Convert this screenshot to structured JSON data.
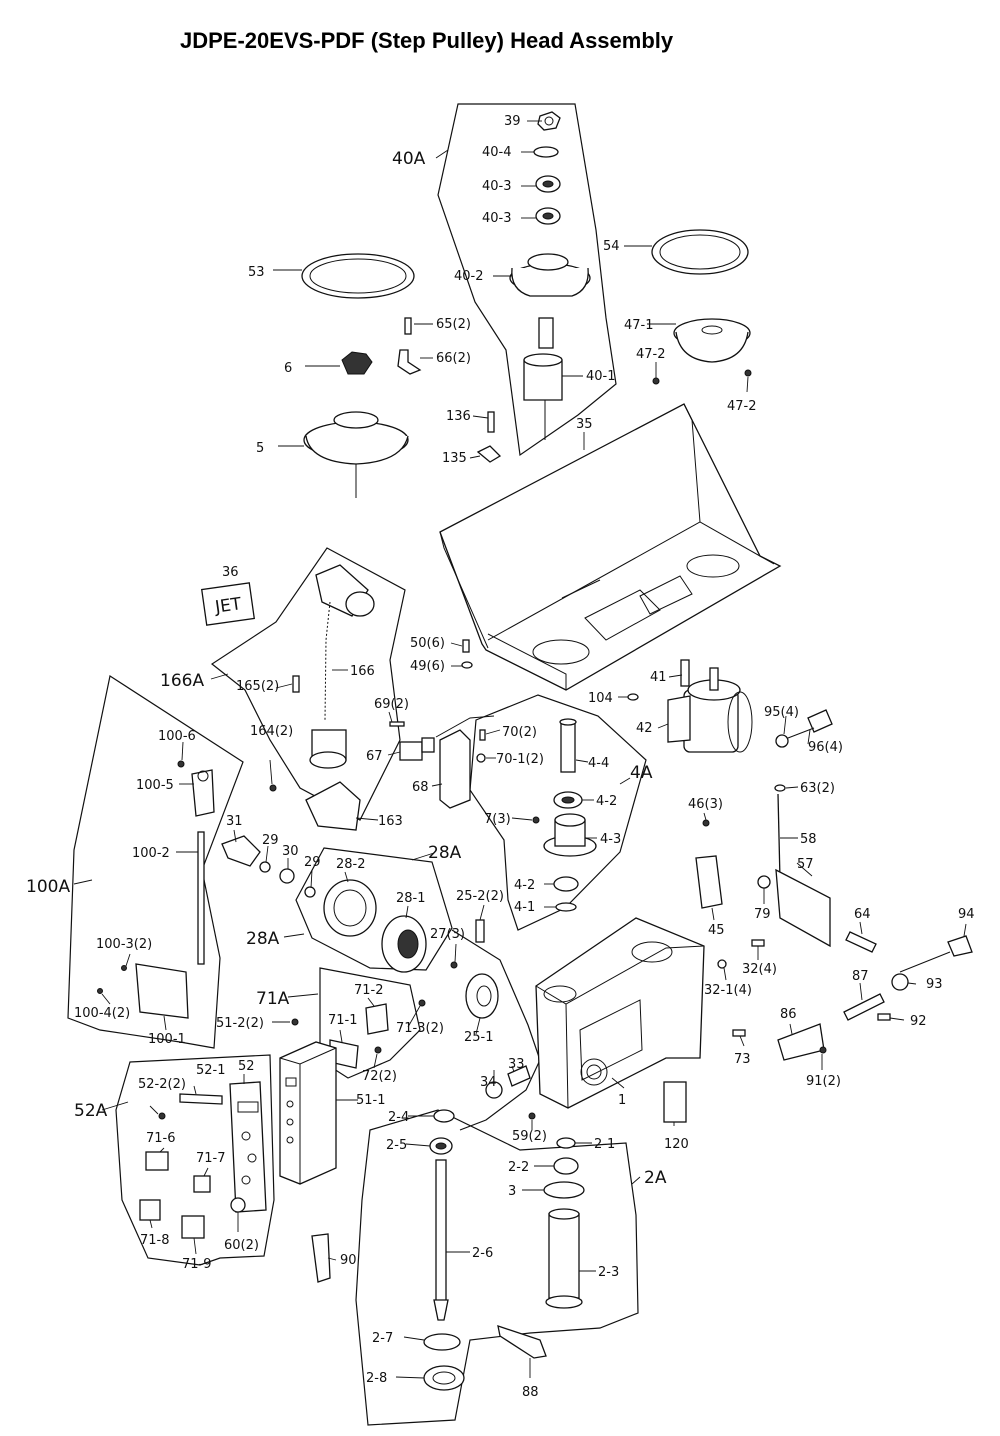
{
  "title": "JDPE-20EVS-PDF (Step Pulley) Head Assembly",
  "badge_text": "JET",
  "groups": [
    "40A",
    "166A",
    "100A",
    "28A",
    "4A",
    "71A",
    "52A",
    "2A"
  ],
  "labels": {
    "p39": "39",
    "p40_4": "40-4",
    "p40_3a": "40-3",
    "p40_3b": "40-3",
    "p40_2": "40-2",
    "p40_1": "40-1",
    "p53": "53",
    "p54": "54",
    "p65": "65(2)",
    "p66": "66(2)",
    "p6": "6",
    "p5": "5",
    "p47_1": "47-1",
    "p47_2a": "47-2",
    "p47_2b": "47-2",
    "p136": "136",
    "p135": "135",
    "p35": "35",
    "p36": "36",
    "p166": "166",
    "p165": "165(2)",
    "p164": "164(2)",
    "p163": "163",
    "p50": "50(6)",
    "p49": "49(6)",
    "p104": "104",
    "p41": "41",
    "p42": "42",
    "p95": "95(4)",
    "p96": "96(4)",
    "p69": "69(2)",
    "p67": "67",
    "p68": "68",
    "p70": "70(2)",
    "p70_1": "70-1(2)",
    "p4_4": "4-4",
    "p4_2a": "4-2",
    "p7": "7(3)",
    "p4_3": "4-3",
    "p4_2b": "4-2",
    "p4_1": "4-1",
    "p46": "46(3)",
    "p63": "63(2)",
    "p58": "58",
    "p57": "57",
    "p79": "79",
    "p64": "64",
    "p45": "45",
    "p100_6": "100-6",
    "p100_5": "100-5",
    "p100_2": "100-2",
    "p100_3": "100-3(2)",
    "p100_4": "100-4(2)",
    "p100_1": "100-1",
    "p31": "31",
    "p29a": "29",
    "p30": "30",
    "p29b": "29",
    "p28_2": "28-2",
    "p28_1": "28-1",
    "p25_2": "25-2(2)",
    "p27": "27(3)",
    "p25_1": "25-1",
    "p94": "94",
    "p93": "93",
    "p92": "92",
    "p87": "87",
    "p86": "86",
    "p91": "91(2)",
    "p73": "73",
    "p32": "32(4)",
    "p32_1": "32-1(4)",
    "p1": "1",
    "p120": "120",
    "p71_2": "71-2",
    "p71_1": "71-1",
    "p71_3": "71-3(2)",
    "p72": "72(2)",
    "p51_2": "51-2(2)",
    "p51_1": "51-1",
    "p52_2": "52-2(2)",
    "p52_1": "52-1",
    "p52": "52",
    "p71_6": "71-6",
    "p71_7": "71-7",
    "p71_8": "71-8",
    "p71_9": "71-9",
    "p60": "60(2)",
    "p90": "90",
    "p33": "33",
    "p34": "34",
    "p59": "59(2)",
    "p2_4": "2-4",
    "p2_5": "2-5",
    "p2_1": "2-1",
    "p2_2": "2-2",
    "p3": "3",
    "p2_6": "2-6",
    "p2_3": "2-3",
    "p2_7": "2-7",
    "p2_8": "2-8",
    "p88": "88"
  }
}
